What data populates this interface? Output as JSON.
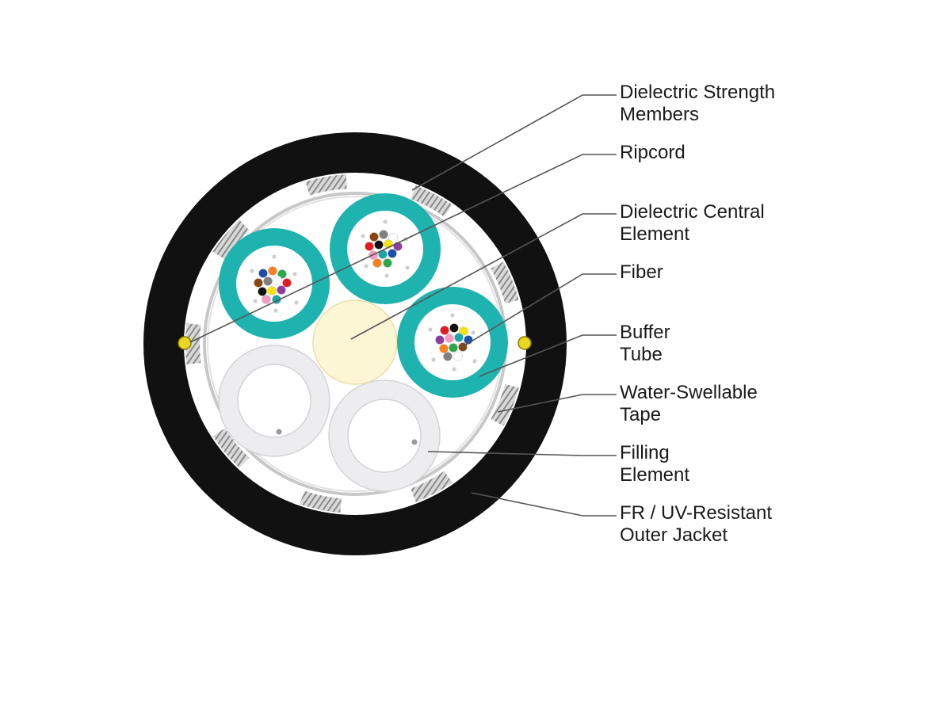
{
  "diagram": {
    "labels": [
      {
        "id": "strength",
        "lines": [
          "Dielectric Strength",
          "Members"
        ]
      },
      {
        "id": "ripcord",
        "lines": [
          "Ripcord"
        ]
      },
      {
        "id": "central",
        "lines": [
          "Dielectric Central",
          "Element"
        ]
      },
      {
        "id": "fiber",
        "lines": [
          "Fiber"
        ]
      },
      {
        "id": "buffer",
        "lines": [
          "Buffer",
          "Tube"
        ]
      },
      {
        "id": "tape",
        "lines": [
          "Water-Swellable",
          "Tape"
        ]
      },
      {
        "id": "filling",
        "lines": [
          "Filling",
          "Element"
        ]
      },
      {
        "id": "jacket",
        "lines": [
          "FR / UV-Resistant",
          "Outer Jacket"
        ]
      }
    ],
    "colors": {
      "jacket": "#111111",
      "buffer_tube": "#1fb3b0",
      "central_element": "#fcf6d4",
      "filling_element": "#ededf0",
      "tape": "#c8c8c8",
      "leader_line": "#555555",
      "ripcord": "#e8d820"
    },
    "fiber_colors": [
      "#1f4ea8",
      "#f58220",
      "#2aa84a",
      "#8b4513",
      "#808080",
      "#ffffff",
      "#e21b23",
      "#111111",
      "#f5e20a",
      "#8e3c9e",
      "#f49ac1",
      "#1aa6a8"
    ]
  }
}
